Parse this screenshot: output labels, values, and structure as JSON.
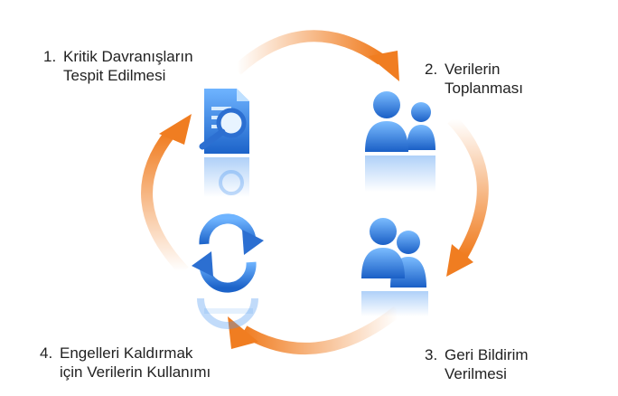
{
  "steps": [
    {
      "number": "1.",
      "line1": "Kritik Davranışların",
      "line2": "Tespit Edilmesi"
    },
    {
      "number": "2.",
      "line1": "Verilerin",
      "line2": "Toplanması"
    },
    {
      "number": "3.",
      "line1": "Geri Bildirim",
      "line2": "Verilmesi"
    },
    {
      "number": "4.",
      "line1": "Engelleri Kaldırmak",
      "line2": "için Verilerin Kullanımı"
    }
  ],
  "icons": [
    "document-search-icon",
    "users-icon",
    "users-icon",
    "refresh-cycle-icon"
  ],
  "colors": {
    "arrow": "#f07d21",
    "icon_blue": "#2f7ed8",
    "text": "#222222"
  }
}
